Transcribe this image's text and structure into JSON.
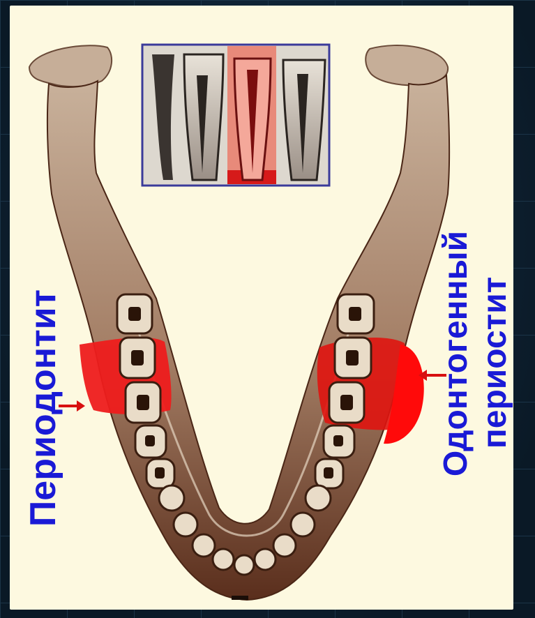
{
  "labels": {
    "left": "Периодонтит",
    "right_line1": "Одонтогенный",
    "right_line2": "периостит"
  },
  "colors": {
    "panel": "#fdf9e0",
    "bone": "#b89a82",
    "bone_dark": "#6a3d2a",
    "inflammation": "#ee1c1c",
    "label": "#1a1ad6",
    "inset_border": "#3a3a9a"
  },
  "icons": {
    "jaw": "mandible-illustration",
    "inset": "tooth-roots-xray",
    "arrow": "arrow-right-icon"
  }
}
